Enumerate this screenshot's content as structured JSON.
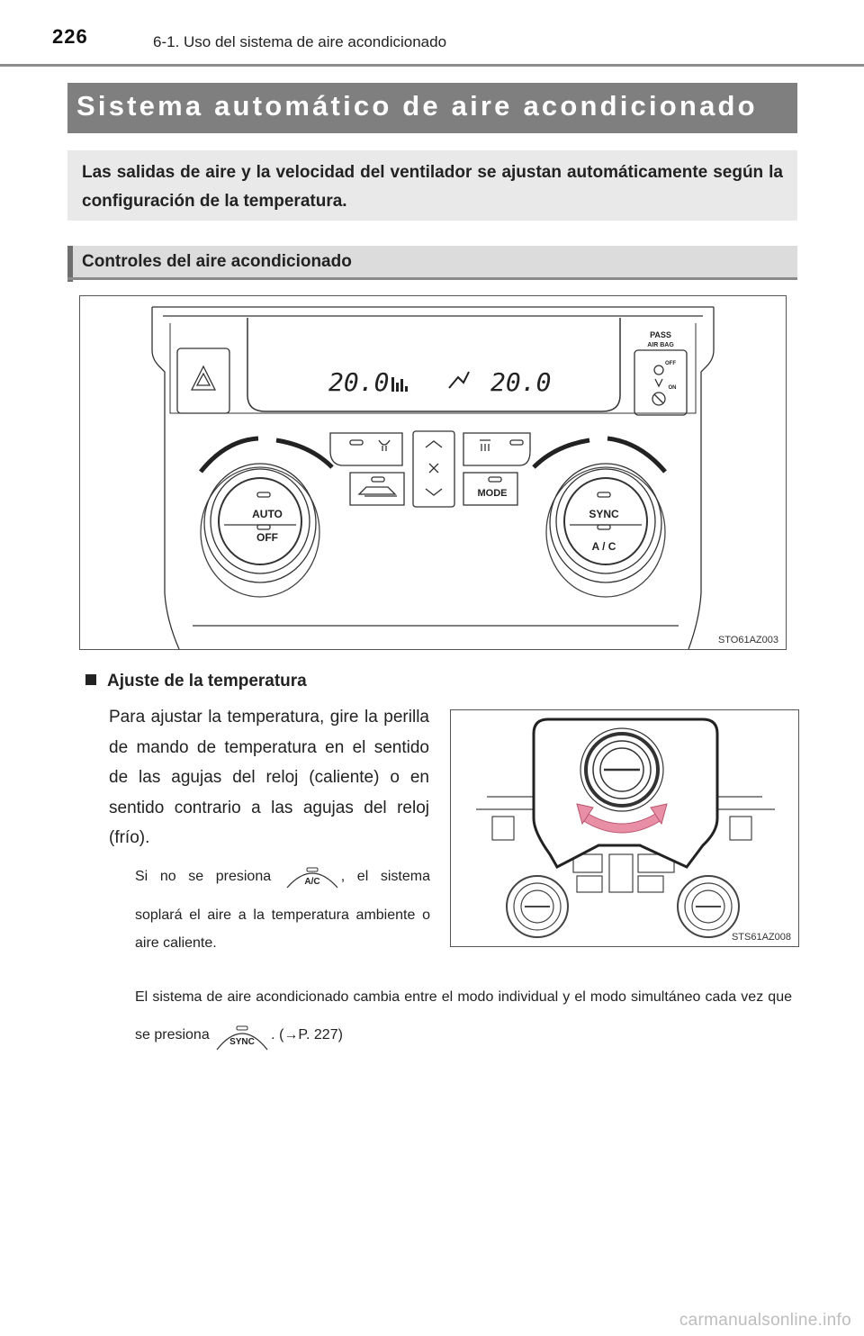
{
  "header": {
    "page_number": "226",
    "section": "6-1. Uso del sistema de aire acondicionado"
  },
  "title": "Sistema automático de aire acondicionado",
  "intro": "Las salidas de aire y la velocidad del ventilador se ajustan automáticamente según la configuración de la temperatura.",
  "subsection": "Controles del aire acondicionado",
  "figure1": {
    "code": "STO61AZ003",
    "display_left_temp": "20.0",
    "display_right_temp": "20.0",
    "btn_auto": "AUTO",
    "btn_off": "OFF",
    "btn_sync": "SYNC",
    "btn_ac": "A / C",
    "btn_mode": "MODE",
    "airbag_line1": "PASS",
    "airbag_line2": "AIR BAG",
    "airbag_off": "OFF",
    "airbag_on": "ON"
  },
  "temperature": {
    "heading": "Ajuste de la temperatura",
    "body": "Para ajustar la temperatura, gire la perilla de mando de temperatura en el sentido de las agujas del reloj (caliente) o en sentido contrario a las agujas del reloj (frío).",
    "note1_before": "Si no se presiona",
    "note1_after": ", el sistema soplará el aire a la temperatura ambiente o aire caliente.",
    "note2_before": "El sistema de aire acondicionado cambia entre el modo individual y el modo simultáneo cada vez que se presiona",
    "note2_after": ". (→P. 227)",
    "icon_ac_label": "A/C",
    "icon_sync_label": "SYNC"
  },
  "figure2": {
    "code": "STS61AZ008"
  },
  "watermark": "carmanualsonline.info",
  "colors": {
    "title_bar": "#7f7f7f",
    "intro_box": "#e9e9e9",
    "sub_bar": "#dcdcdc",
    "rotate_arrow": "#e88fa6"
  }
}
